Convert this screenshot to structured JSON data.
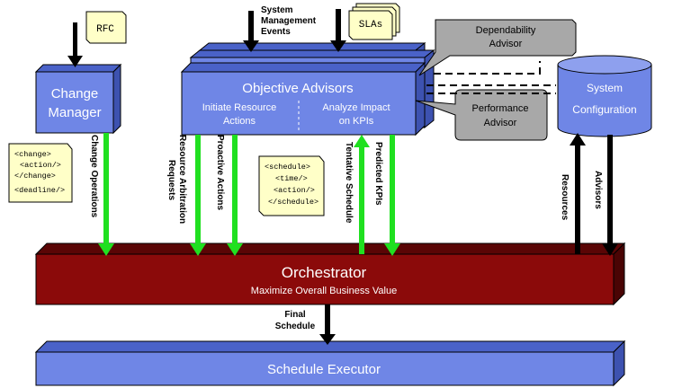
{
  "diagram": {
    "rfc": "RFC",
    "slas": "SLAs",
    "system_management_events": [
      "System",
      "Management",
      "Events"
    ],
    "change_manager": [
      "Change",
      "Manager"
    ],
    "objective_advisors": {
      "title": "Objective Advisors",
      "left": [
        "Initiate Resource",
        "Actions"
      ],
      "right": [
        "Analyze Impact",
        "on KPIs"
      ]
    },
    "dependability_advisor": [
      "Dependability",
      "Advisor"
    ],
    "performance_advisor": [
      "Performance",
      "Advisor"
    ],
    "system_configuration": [
      "System",
      "Configuration"
    ],
    "change_note": [
      "<change>",
      "<action/>",
      "</change>",
      "<deadline/>"
    ],
    "schedule_note": [
      "<schedule>",
      "<time/>",
      "<action/>",
      "</schedule>"
    ],
    "vertical_labels": {
      "change_operations": "Change Operations",
      "resource_arbitration": [
        "Resource Arbitration",
        "Requests"
      ],
      "proactive_actions": "Proactive Actions",
      "tentative_schedule": "Tentative Schedule",
      "predicted_kpis": "Predicted KPIs",
      "resources": "Resources",
      "advisors": "Advisors"
    },
    "orchestrator": {
      "title": "Orchestrator",
      "subtitle": "Maximize Overall Business Value"
    },
    "final_schedule": [
      "Final",
      "Schedule"
    ],
    "schedule_executor": "Schedule Executor",
    "colors": {
      "box_blue": "#6f86e6",
      "box_blue_dark": "#4a62c8",
      "orchestrator_red": "#8b0a0a",
      "orchestrator_dark": "#5a0505",
      "green_arrow": "#20e020",
      "callout_gray": "#a8a8a8",
      "note_yellow": "#ffffc8"
    }
  }
}
